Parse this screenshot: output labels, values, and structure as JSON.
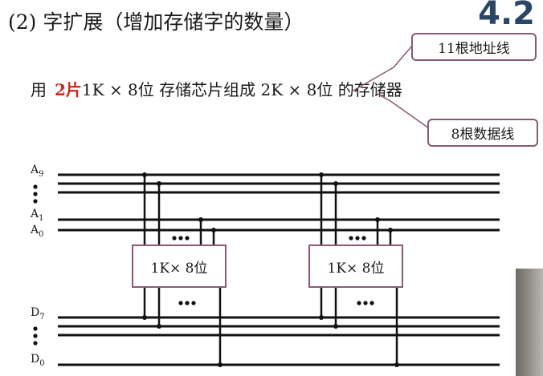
{
  "heading": {
    "text": "(2) 字扩展（增加存储字的数量）"
  },
  "section_number": "4.2",
  "sentence": {
    "prefix": "用",
    "quantity": "2片",
    "middle": "1K × 8位 存储芯片组成 2K × 8位 的存储器"
  },
  "callouts": {
    "address_lines": "11根地址线",
    "data_lines": "8根数据线"
  },
  "chips": [
    {
      "label": "1K× 8位"
    },
    {
      "label": "1K× 8位"
    }
  ],
  "bus_labels": {
    "a9": {
      "base": "A",
      "sub": "9"
    },
    "a1": {
      "base": "A",
      "sub": "1"
    },
    "a0": {
      "base": "A",
      "sub": "0"
    },
    "d7": {
      "base": "D",
      "sub": "7"
    },
    "d0": {
      "base": "D",
      "sub": "0"
    }
  },
  "colors": {
    "accent_red": "#c8281e",
    "box_border": "#8b5a72",
    "section_number": "#2c4666"
  }
}
